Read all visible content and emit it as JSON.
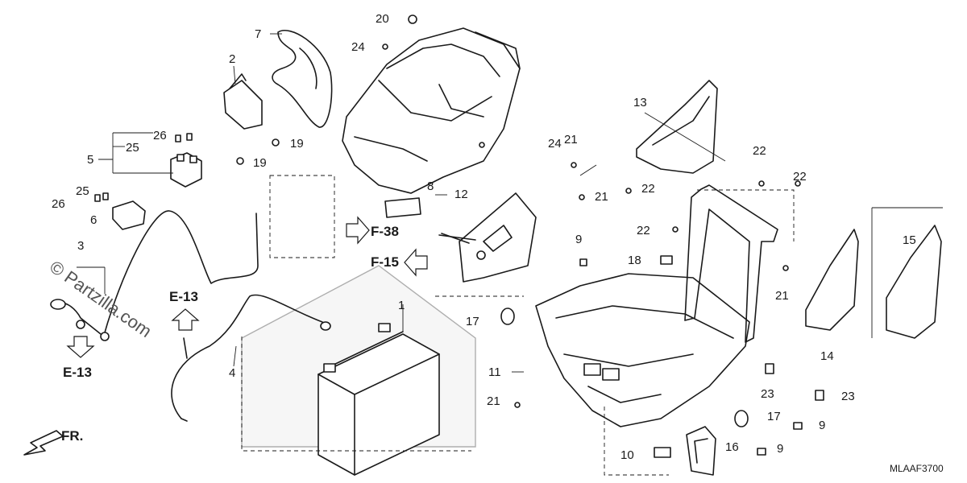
{
  "watermark": "© Partzilla.com",
  "diagram_code": "MLAAF3700",
  "front_indicator": "FR.",
  "refs": {
    "f38": "F-38",
    "f15": "F-15",
    "e13_upper": "E-13",
    "e13_lower": "E-13"
  },
  "callouts": {
    "c1": "1",
    "c2": "2",
    "c3": "3",
    "c4": "4",
    "c5": "5",
    "c6": "6",
    "c7": "7",
    "c8": "8",
    "c9a": "9",
    "c9b": "9",
    "c9c": "9",
    "c10": "10",
    "c11": "11",
    "c12": "12",
    "c13": "13",
    "c14": "14",
    "c15": "15",
    "c16": "16",
    "c17a": "17",
    "c17b": "17",
    "c18": "18",
    "c19a": "19",
    "c19b": "19",
    "c20": "20",
    "c21a": "21",
    "c21b": "21",
    "c21c": "21",
    "c21d": "21",
    "c22a": "22",
    "c22b": "22",
    "c22c": "22",
    "c22d": "22",
    "c23a": "23",
    "c23b": "23",
    "c24a": "24",
    "c24b": "24",
    "c25a": "25",
    "c25b": "25",
    "c26a": "26",
    "c26b": "26"
  }
}
